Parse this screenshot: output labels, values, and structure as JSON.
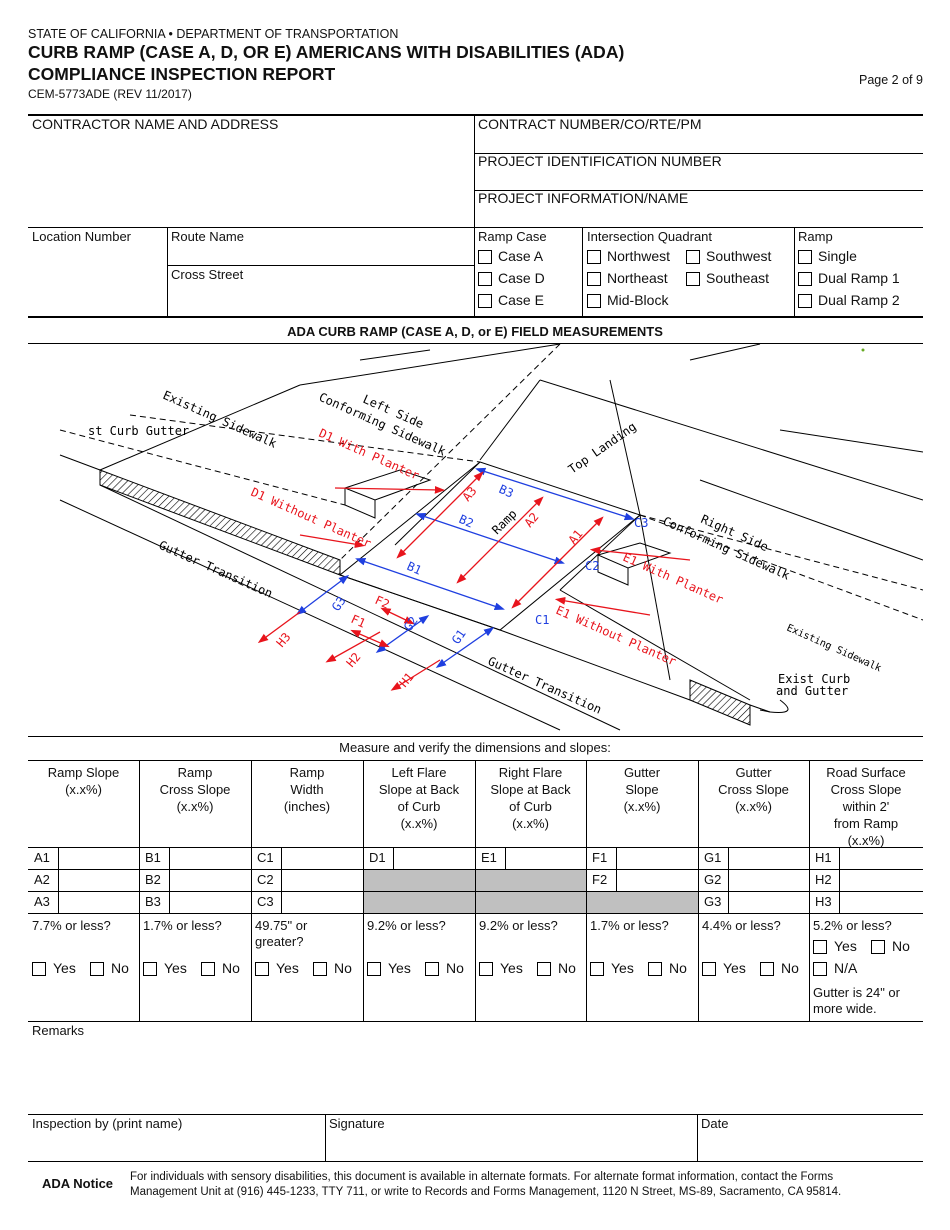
{
  "header": {
    "agency": "STATE OF CALIFORNIA • DEPARTMENT OF TRANSPORTATION",
    "title_line1": "CURB RAMP (CASE A, D, OR E) AMERICANS WITH DISABILITIES (ADA)",
    "title_line2": "COMPLIANCE INSPECTION REPORT",
    "form_number": "CEM-5773ADE (REV 11/2017)",
    "page": "Page 2 of 9"
  },
  "contract": {
    "contractor_label": "CONTRACTOR NAME AND ADDRESS",
    "contract_number_label": "CONTRACT NUMBER/CO/RTE/PM",
    "project_id_label": "PROJECT IDENTIFICATION NUMBER",
    "project_info_label": "PROJECT INFORMATION/NAME"
  },
  "location": {
    "location_number_label": "Location Number",
    "route_name_label": "Route Name",
    "cross_street_label": "Cross Street",
    "ramp_case_label": "Ramp Case",
    "ramp_cases": [
      "Case A",
      "Case D",
      "Case E"
    ],
    "quadrant_label": "Intersection Quadrant",
    "quadrants": [
      "Northwest",
      "Southwest",
      "Northeast",
      "Southeast",
      "Mid-Block"
    ],
    "ramp_label": "Ramp",
    "ramp_types": [
      "Single",
      "Dual Ramp 1",
      "Dual Ramp 2"
    ]
  },
  "field_section_title": "ADA CURB RAMP (CASE A, D, or E) FIELD MEASUREMENTS",
  "diagram": {
    "labels": {
      "existing_sidewalk_left": "Existing Sidewalk",
      "curb_gutter_left": "st Curb Gutter",
      "left_side": "Left Side",
      "conforming_sidewalk_left": "Conforming Sidewalk",
      "d1_with_planter": "D1 With Planter",
      "d1_without_planter": "D1 Without Planter",
      "gutter_transition_left": "Gutter Transition",
      "top_landing": "Top Landing",
      "ramp": "Ramp",
      "right_side": "Right Side",
      "conforming_sidewalk_right": "Conforming Sidewalk",
      "e1_with_planter": "E1 With Planter",
      "e1_without_planter": "E1 Without Planter",
      "existing_sidewalk_right": "Existing Sidewalk",
      "exist_curb": "Exist Curb",
      "and_gutter": "and Gutter",
      "gutter_transition_right": "Gutter Transition"
    },
    "codes_blue": [
      "B3",
      "B2",
      "B1",
      "C3",
      "C2",
      "C1",
      "G3",
      "G2",
      "G1"
    ],
    "codes_red": [
      "A3",
      "A2",
      "A1",
      "D1",
      "E1",
      "F2",
      "F1",
      "H3",
      "H2",
      "H1"
    ]
  },
  "measure_instruction": "Measure and verify the dimensions and slopes:",
  "columns": [
    {
      "header": [
        "Ramp Slope",
        "(x.x%)"
      ],
      "rows": [
        "A1",
        "A2",
        "A3"
      ],
      "criterion": [
        "7.7% or less?"
      ]
    },
    {
      "header": [
        "Ramp",
        "Cross Slope",
        "(x.x%)"
      ],
      "rows": [
        "B1",
        "B2",
        "B3"
      ],
      "criterion": [
        "1.7% or less?"
      ]
    },
    {
      "header": [
        "Ramp",
        "Width",
        "(inches)"
      ],
      "rows": [
        "C1",
        "C2",
        "C3"
      ],
      "criterion": [
        "49.75\" or",
        "greater?"
      ]
    },
    {
      "header": [
        "Left Flare",
        "Slope at Back",
        "of Curb",
        "(x.x%)"
      ],
      "rows": [
        "D1",
        "",
        ""
      ],
      "criterion": [
        "9.2% or less?"
      ]
    },
    {
      "header": [
        "Right Flare",
        "Slope at Back",
        "of Curb",
        "(x.x%)"
      ],
      "rows": [
        "E1",
        "",
        ""
      ],
      "criterion": [
        "9.2% or less?"
      ]
    },
    {
      "header": [
        "Gutter",
        "Slope",
        "(x.x%)"
      ],
      "rows": [
        "F1",
        "F2",
        ""
      ],
      "criterion": [
        "1.7% or less?"
      ]
    },
    {
      "header": [
        "Gutter",
        "Cross Slope",
        "(x.x%)"
      ],
      "rows": [
        "G1",
        "G2",
        "G3"
      ],
      "criterion": [
        "4.4% or less?"
      ]
    },
    {
      "header": [
        "Road Surface",
        "Cross Slope",
        "within 2'",
        "from Ramp",
        "(x.x%)"
      ],
      "rows": [
        "H1",
        "H2",
        "H3"
      ],
      "criterion": [
        "5.2% or less?"
      ]
    }
  ],
  "yes_label": "Yes",
  "no_label": "No",
  "na_label": "N/A",
  "gutter_note": [
    "Gutter is 24\" or",
    "more wide."
  ],
  "remarks_label": "Remarks",
  "signoff": {
    "inspection_by_label": "Inspection by (print name)",
    "signature_label": "Signature",
    "date_label": "Date"
  },
  "ada_notice": {
    "label": "ADA Notice",
    "line1": "For individuals with sensory disabilities, this document is available in alternate formats. For alternate format information, contact the Forms",
    "line2": "Management Unit at (916) 445-1233, TTY 711, or write to Records and Forms Management, 1120 N Street, MS-89, Sacramento, CA 95814."
  },
  "colors": {
    "red": "#e8141c",
    "blue": "#1f3fe0",
    "grey_cell": "#c0c0c0"
  }
}
